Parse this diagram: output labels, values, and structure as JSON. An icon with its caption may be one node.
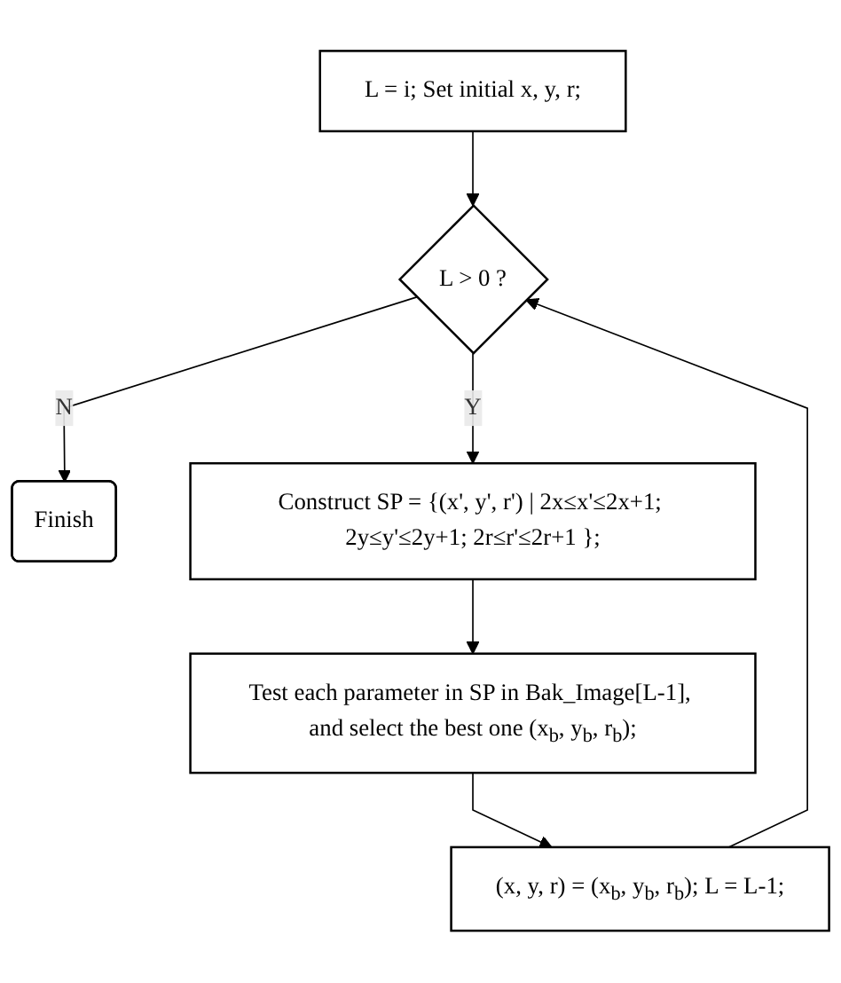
{
  "diagram": {
    "nodes": [
      {
        "text": [
          "L = i; Set initial x, y, r;"
        ]
      },
      {
        "text": [
          "L > 0 ?"
        ]
      },
      {
        "text": [
          "Finish"
        ]
      },
      {
        "text": [
          "Construct SP = {(x', y', r') | 2x≤x'≤2x+1; 2y≤y'≤2y+1; 2r≤r'≤2r+1 };"
        ]
      },
      {
        "text": [
          "Test each parameter in SP in Bak_Image[L-1], and select the best one (x$_{b}$, y$_{b}$, r$_{b}$);"
        ]
      },
      {
        "text": [
          "(x, y, r) = (x$_{b}$, y$_{b}$, r$_{b}$); L = L-1;"
        ]
      }
    ],
    "edges": [
      {
        "from": 0,
        "to": 1,
        "arrow": "to"
      },
      {
        "from": 1,
        "to": 2,
        "arrow": "to",
        "label": "N"
      },
      {
        "from": 1,
        "to": 3,
        "arrow": "to",
        "label": "Y"
      },
      {
        "from": 3,
        "to": 4,
        "arrow": "to"
      },
      {
        "from": 4,
        "to": 5,
        "arrow": "to"
      },
      {
        "from": 5,
        "to": 1,
        "arrow": "to"
      }
    ]
  }
}
